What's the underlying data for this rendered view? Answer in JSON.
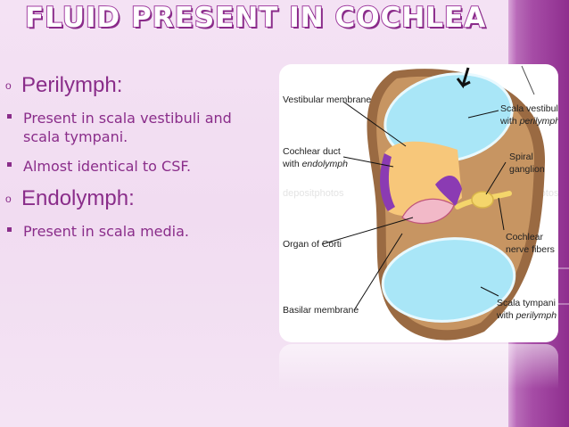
{
  "slide": {
    "title": "FLUID PRESENT IN COCHLEA",
    "bullets": [
      {
        "heading": "Perilymph:",
        "items": [
          "Present in scala vestibuli and scala tympani.",
          "Almost identical to CSF."
        ]
      },
      {
        "heading": "Endolymph:",
        "items": [
          "Present in scala media."
        ]
      }
    ]
  },
  "diagram": {
    "labels": {
      "vestibular_membrane": "Vestibular membrane",
      "cochlear_duct": "Cochlear duct",
      "with_endolymph_prefix": "with ",
      "endolymph": "endolymph",
      "organ_of_corti": "Organ of Corti",
      "basilar_membrane": "Basilar membrane",
      "scala_vestibuli": "Scala vestibuli",
      "with_perilymph_prefix": "with ",
      "perilymph": "perilymph",
      "spiral_ganglion_1": "Spiral",
      "spiral_ganglion_2": "ganglion",
      "cochlear_nerve_1": "Cochlear",
      "cochlear_nerve_2": "nerve fibers",
      "scala_tympani": "Scala tympani",
      "perilymph_2": "perilymph"
    },
    "watermark": "depositphotos"
  },
  "colors": {
    "theme_purple": "#8a2d8a",
    "bone": "#9a6a42",
    "fluid_blue": "#a9e6f7",
    "endolymph_orange": "#f7c77a",
    "corti_pink": "#f2b9c8",
    "nerve_yellow": "#f4d56b"
  }
}
